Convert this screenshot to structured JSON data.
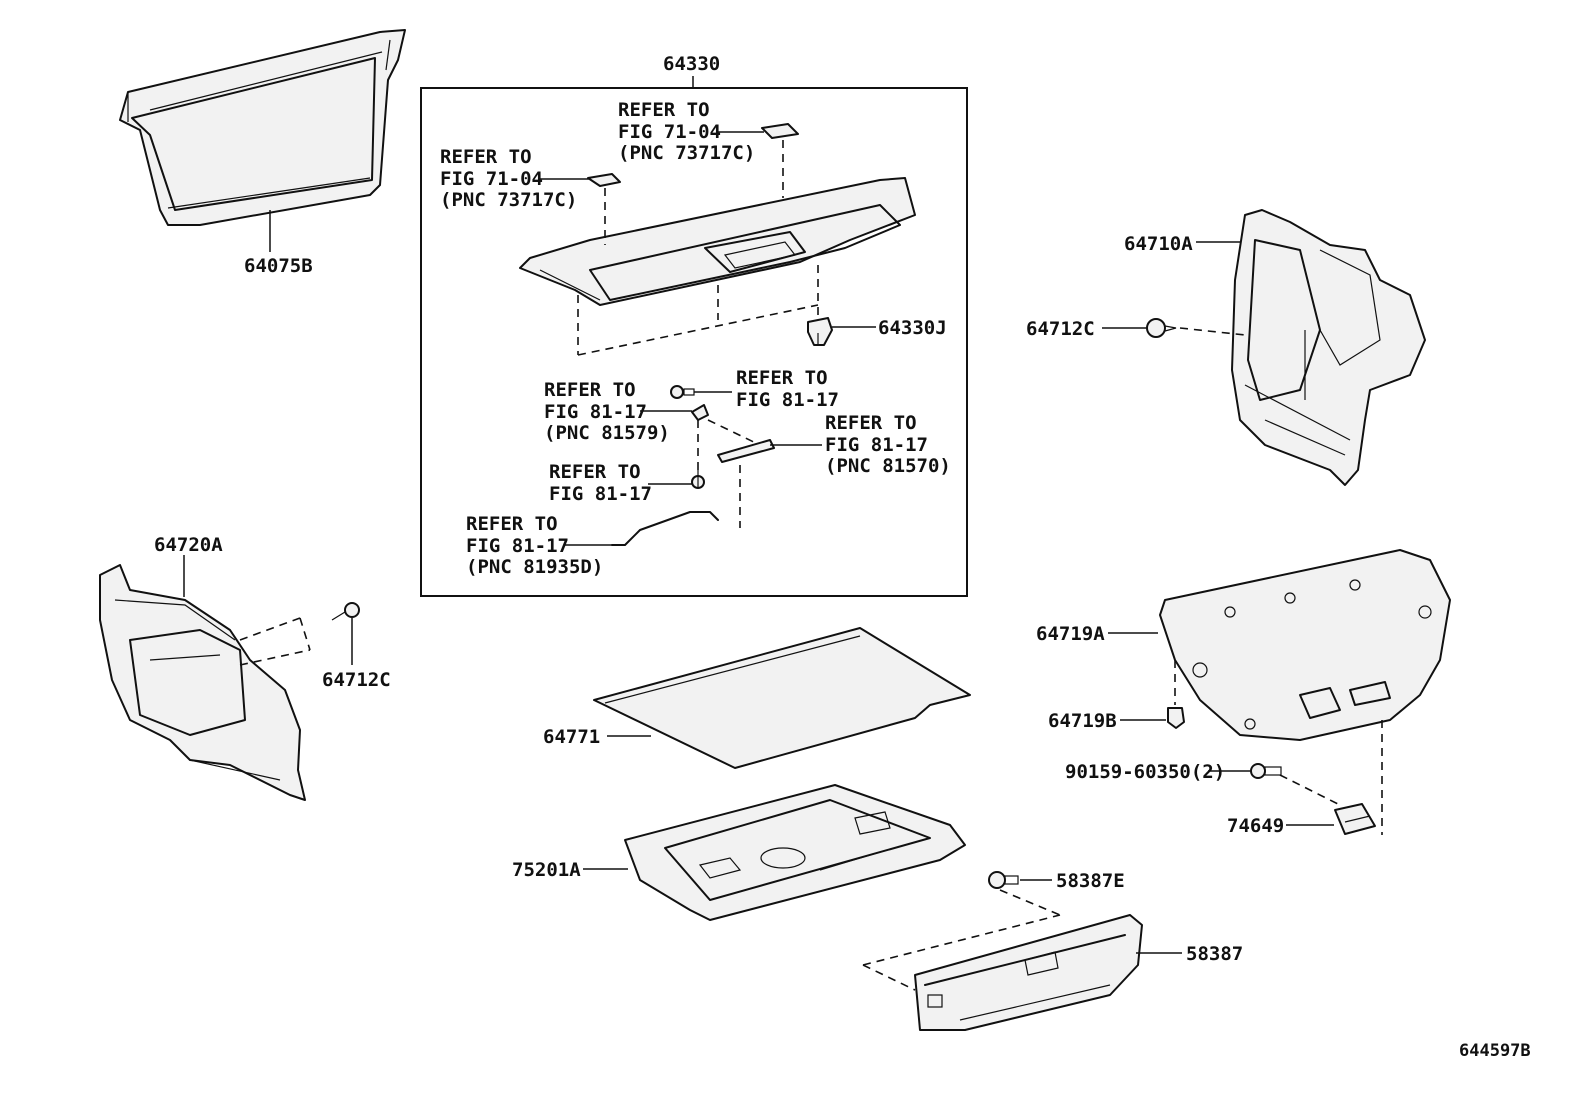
{
  "diagram_id": "644597B",
  "group_label": "64330",
  "refer_notes": [
    {
      "line1": "REFER TO",
      "line2": "FIG 71-04",
      "line3": "(PNC 73717C)"
    },
    {
      "line1": "REFER TO",
      "line2": "FIG 71-04",
      "line3": "(PNC 73717C)"
    },
    {
      "line1": "REFER TO",
      "line2": "FIG 81-17",
      "line3": "(PNC 81579)"
    },
    {
      "line1": "REFER TO",
      "line2": "FIG 81-17",
      "line3": ""
    },
    {
      "line1": "REFER TO",
      "line2": "FIG 81-17",
      "line3": "(PNC 81570)"
    },
    {
      "line1": "REFER TO",
      "line2": "FIG 81-17",
      "line3": ""
    },
    {
      "line1": "REFER TO",
      "line2": "FIG 81-17",
      "line3": "(PNC 81935D)"
    }
  ],
  "parts": {
    "p64075B": "64075B",
    "p64330J": "64330J",
    "p64710A": "64710A",
    "p64712C_right": "64712C",
    "p64720A": "64720A",
    "p64712C_left": "64712C",
    "p64719A": "64719A",
    "p64719B": "64719B",
    "p90159": "90159-60350(2)",
    "p74649": "74649",
    "p64771": "64771",
    "p75201A": "75201A",
    "p58387E": "58387E",
    "p58387": "58387"
  }
}
